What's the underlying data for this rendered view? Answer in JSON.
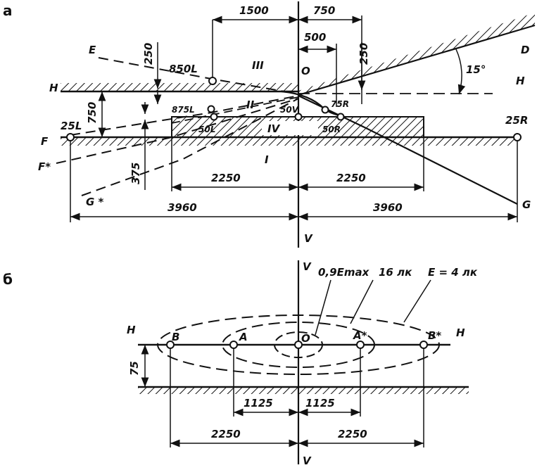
{
  "panel_a": {
    "panel_label": "а",
    "dims_top": {
      "d1500": "1500",
      "d750": "750",
      "d500": "500",
      "d250_left": "250",
      "d250_right": "250"
    },
    "dims_left": {
      "d750": "750",
      "d375": "375"
    },
    "dims_bottom": {
      "d2250_left": "2250",
      "d2250_right": "2250",
      "d3960_left": "3960",
      "d3960_right": "3960"
    },
    "angle": "15°",
    "lines": {
      "E": "E",
      "D": "D",
      "H_left": "H",
      "H_right": "H",
      "F": "F",
      "F_star": "F*",
      "G": "G",
      "G_star": "G *",
      "V": "V"
    },
    "points": {
      "p850L": "850L",
      "p875L": "875L",
      "p50L": "50L",
      "p25L": "25L",
      "p50V": "50V",
      "p75R": "75R",
      "p50R": "50R",
      "p25R": "25R",
      "O": "O"
    },
    "regions": {
      "I": "I",
      "II": "II",
      "III": "III",
      "IV": "IV"
    }
  },
  "panel_b": {
    "panel_label": "б",
    "V_top": "V",
    "V_bottom": "V",
    "H_left": "H",
    "H_right": "H",
    "iso_labels": {
      "emax": "0,9Emax",
      "lk16": "16 лк",
      "e4": "E = 4 лк"
    },
    "points": {
      "B": "B",
      "A": "A",
      "O": "O",
      "A_star": "A*",
      "B_star": "B*"
    },
    "dims": {
      "d75": "75",
      "d1125_left": "1125",
      "d1125_right": "1125",
      "d2250_left": "2250",
      "d2250_right": "2250"
    }
  }
}
